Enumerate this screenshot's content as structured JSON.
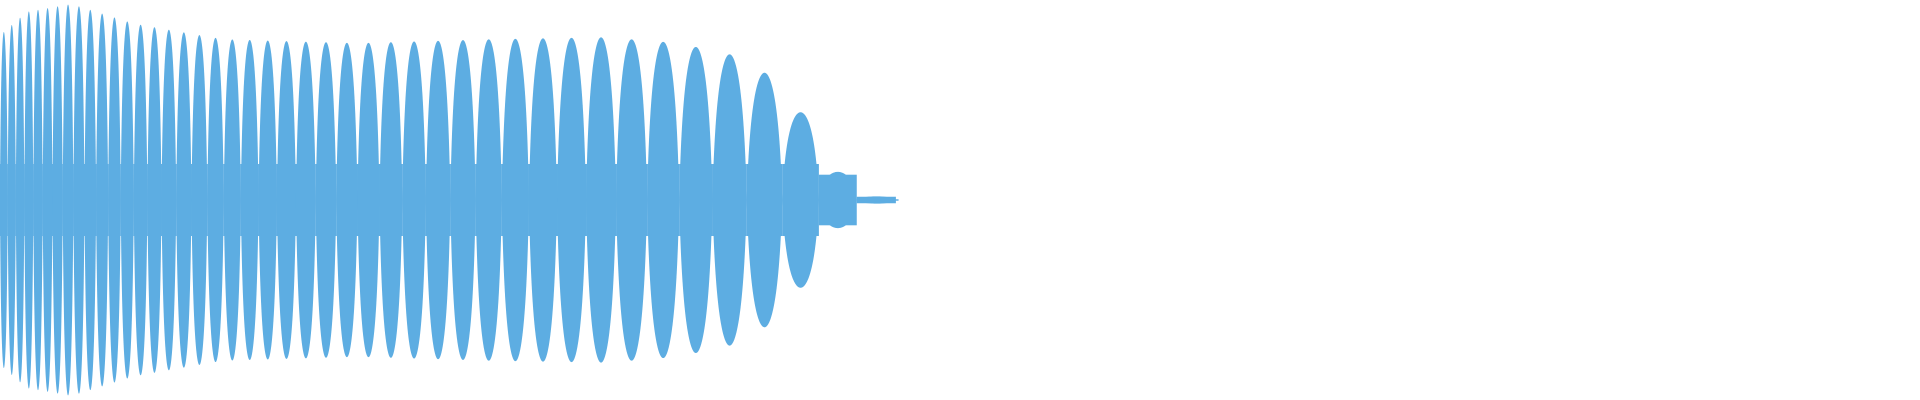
{
  "waveform": {
    "color": "#5dade2",
    "background": "#ffffff",
    "description_free": true,
    "cycle_count": 41,
    "start_cycle_width_fraction": 0.004,
    "end_cycle_width_fraction": 0.021,
    "signal_extent_fraction": 0.465,
    "peak_envelope": [
      {
        "t": 0.0,
        "amp": 0.84
      },
      {
        "t": 0.03,
        "amp": 0.96
      },
      {
        "t": 0.08,
        "amp": 1.0
      },
      {
        "t": 0.15,
        "amp": 0.9
      },
      {
        "t": 0.25,
        "amp": 0.82
      },
      {
        "t": 0.4,
        "amp": 0.8
      },
      {
        "t": 0.55,
        "amp": 0.82
      },
      {
        "t": 0.68,
        "amp": 0.83
      },
      {
        "t": 0.76,
        "amp": 0.8
      },
      {
        "t": 0.82,
        "amp": 0.74
      },
      {
        "t": 0.86,
        "amp": 0.64
      },
      {
        "t": 0.89,
        "amp": 0.49
      },
      {
        "t": 0.92,
        "amp": 0.3
      },
      {
        "t": 0.94,
        "amp": 0.13
      },
      {
        "t": 0.96,
        "amp": 0.04
      },
      {
        "t": 1.0,
        "amp": 0.0
      }
    ],
    "tail_line_fraction_end": 0.468
  }
}
